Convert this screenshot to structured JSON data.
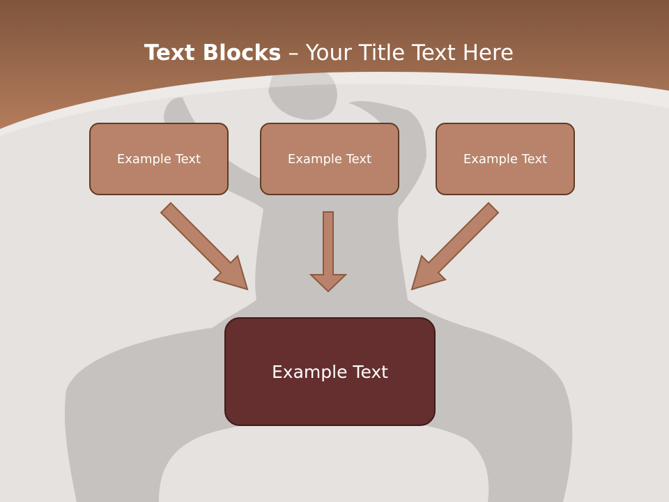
{
  "title": {
    "strong": "Text Blocks",
    "rest": " – Your Title Text Here"
  },
  "boxes": [
    {
      "label": "Example Text"
    },
    {
      "label": "Example Text"
    },
    {
      "label": "Example Text"
    }
  ],
  "main_box": {
    "label": "Example Text"
  },
  "colors": {
    "header": "#a8755a",
    "background": "#e6e2df",
    "box_fill": "#b8836a",
    "box_border": "#5e3a26",
    "main_box_fill": "#642f2e",
    "arrow_fill": "#b8836a",
    "arrow_stroke": "#8a5a40"
  }
}
